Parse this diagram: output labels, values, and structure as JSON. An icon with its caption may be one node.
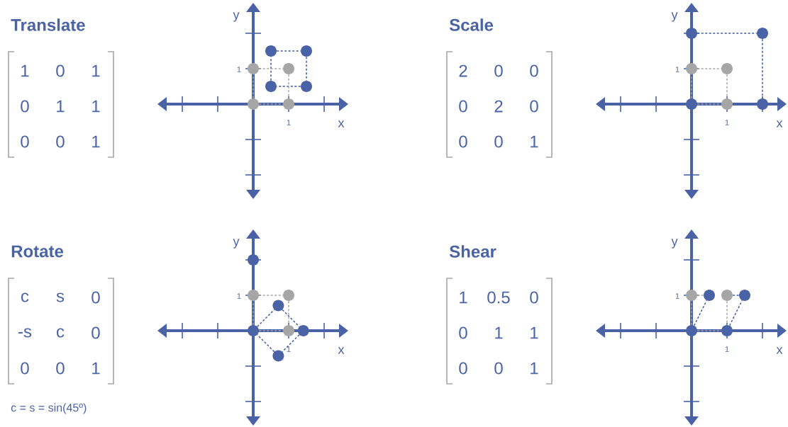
{
  "diagram": {
    "nodes": [
      {
        "text": [],
        "shape": "circle"
      },
      {
        "text": [],
        "shape": "circle"
      },
      {
        "text": [],
        "shape": "circle"
      },
      {
        "text": [],
        "shape": "circle"
      },
      {
        "text": [],
        "shape": "circle"
      },
      {
        "text": [],
        "shape": "circle"
      },
      {
        "text": [],
        "shape": "circle"
      },
      {
        "text": [],
        "shape": "circle"
      },
      {
        "text": [],
        "shape": "circle"
      },
      {
        "text": [],
        "shape": "circle"
      },
      {
        "text": [],
        "shape": "circle"
      },
      {
        "text": [],
        "shape": "circle"
      },
      {
        "text": [],
        "shape": "circle"
      },
      {
        "text": [],
        "shape": "circle"
      },
      {
        "text": [],
        "shape": "circle"
      },
      {
        "text": [],
        "shape": "circle"
      },
      {
        "text": [],
        "shape": "circle"
      },
      {
        "text": [],
        "shape": "circle"
      },
      {
        "text": [],
        "shape": "circle"
      },
      {
        "text": [],
        "shape": "circle"
      },
      {
        "text": [],
        "shape": "circle"
      },
      {
        "text": [],
        "shape": "circle"
      },
      {
        "text": [],
        "shape": "circle"
      },
      {
        "text": [],
        "shape": "circle"
      },
      {
        "text": [],
        "shape": "circle"
      },
      {
        "text": [],
        "shape": "circle"
      },
      {
        "text": [],
        "shape": "circle"
      },
      {
        "text": [],
        "shape": "circle"
      },
      {
        "text": [],
        "shape": "circle"
      }
    ],
    "edges": [
      {
        "from": 0,
        "to": 1,
        "arrow": "none",
        "style": "dashed",
        "color": "#3f5ba3"
      },
      {
        "from": 1,
        "to": 5,
        "arrow": "none",
        "style": "dashed",
        "color": "#3f5ba3"
      },
      {
        "from": 5,
        "to": 4,
        "arrow": "none",
        "style": "dashed",
        "color": "#3f5ba3"
      },
      {
        "from": 4,
        "to": 0,
        "arrow": "none",
        "style": "dashed",
        "color": "#3f5ba3"
      },
      {
        "from": 2,
        "to": 3,
        "arrow": "none",
        "style": "dashed"
      },
      {
        "from": 3,
        "to": 7,
        "arrow": "none",
        "style": "dashed"
      },
      {
        "from": 6,
        "to": 7,
        "arrow": "none",
        "style": "dashed"
      },
      {
        "from": 6,
        "to": 2,
        "arrow": "none",
        "style": "dashed"
      },
      {
        "from": 8,
        "to": 9,
        "arrow": "none",
        "style": "dashed",
        "color": "#3f5ba3"
      },
      {
        "from": 9,
        "to": 14,
        "arrow": "none",
        "style": "dashed",
        "color": "#3f5ba3"
      },
      {
        "from": 10,
        "to": 11,
        "arrow": "none",
        "style": "dashed"
      },
      {
        "from": 11,
        "to": 13,
        "arrow": "none",
        "style": "dashed"
      },
      {
        "from": 12,
        "to": 13,
        "arrow": "none",
        "style": "dashed"
      },
      {
        "from": 12,
        "to": 10,
        "arrow": "none",
        "style": "dashed"
      },
      {
        "from": 19,
        "to": 18,
        "arrow": "none",
        "style": "dashed",
        "color": "#3f5ba3"
      },
      {
        "from": 18,
        "to": 21,
        "arrow": "none",
        "style": "dashed",
        "color": "#3f5ba3"
      },
      {
        "from": 21,
        "to": 22,
        "arrow": "none",
        "style": "dashed",
        "color": "#3f5ba3"
      },
      {
        "from": 22,
        "to": 19,
        "arrow": "none",
        "style": "dashed",
        "color": "#3f5ba3"
      },
      {
        "from": 16,
        "to": 17,
        "arrow": "none",
        "style": "dashed"
      },
      {
        "from": 17,
        "to": 20,
        "arrow": "none",
        "style": "dashed"
      },
      {
        "from": 19,
        "to": 20,
        "arrow": "none",
        "style": "dashed"
      },
      {
        "from": 19,
        "to": 16,
        "arrow": "none",
        "style": "dashed"
      },
      {
        "from": 27,
        "to": 24,
        "arrow": "none",
        "style": "dashed",
        "color": "#3f5ba3"
      },
      {
        "from": 28,
        "to": 26,
        "arrow": "none",
        "style": "dashed",
        "color": "#3f5ba3"
      },
      {
        "from": 25,
        "to": 26,
        "arrow": "none",
        "style": "dashed",
        "color": "#3f5ba3"
      },
      {
        "from": 23,
        "to": 24,
        "arrow": "none",
        "style": "dashed"
      },
      {
        "from": 25,
        "to": 28,
        "arrow": "none",
        "style": "dashed"
      },
      {
        "from": 27,
        "to": 28,
        "arrow": "none",
        "style": "dashed"
      },
      {
        "from": 27,
        "to": 23,
        "arrow": "none",
        "style": "dashed"
      }
    ],
    "labels": [
      "Translate",
      "1",
      "0",
      "1",
      "0",
      "1",
      "1",
      "0",
      "0",
      "1",
      "y",
      "1",
      "1",
      "x",
      "Scale",
      "2",
      "0",
      "0",
      "0",
      "2",
      "0",
      "0",
      "0",
      "1",
      "y",
      "1",
      "1",
      "x",
      "Rotate",
      "c",
      "s",
      "0",
      "-s",
      "c",
      "0",
      "0",
      "0",
      "1",
      "y",
      "1",
      "1",
      "x",
      "c = s = sin(45º)",
      "Shear",
      "1",
      "0.5",
      "0",
      "0",
      "1",
      "1",
      "0",
      "0",
      "1",
      "y",
      "1",
      "1",
      "x"
    ]
  }
}
